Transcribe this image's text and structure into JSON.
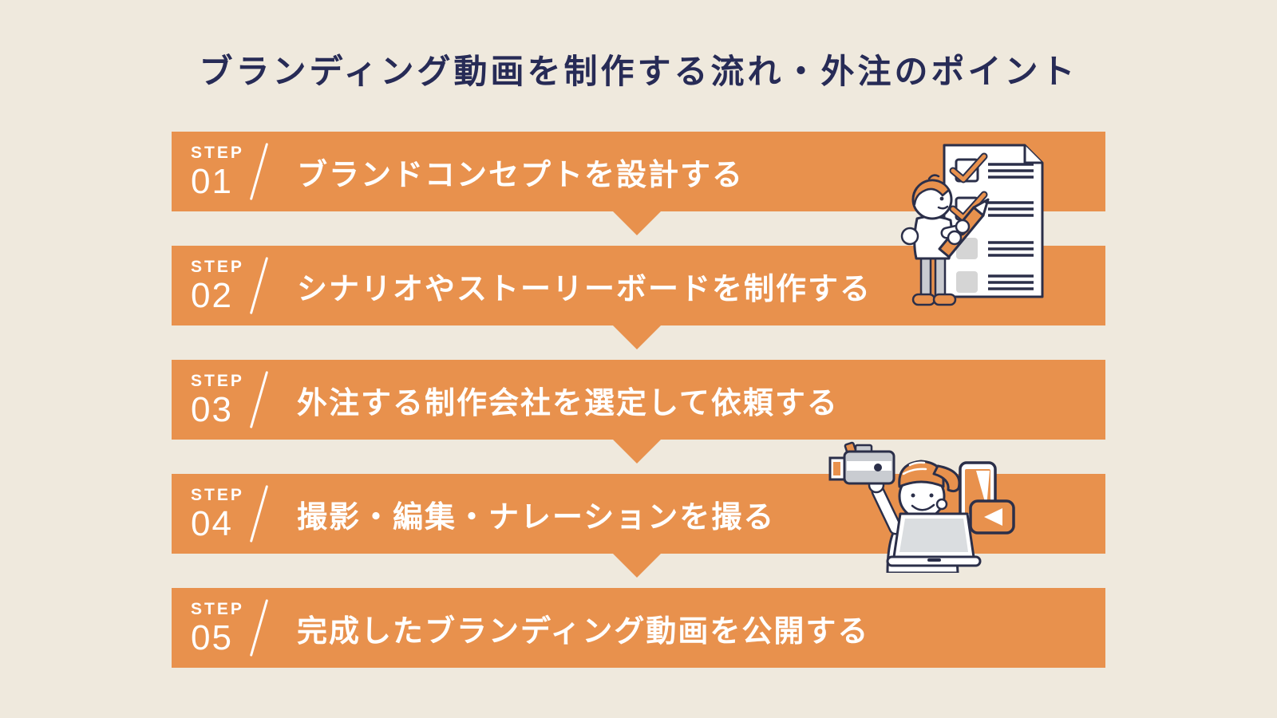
{
  "title": "ブランディング動画を制作する流れ・外注のポイント",
  "steps": [
    {
      "label": "STEP",
      "number": "01",
      "title": "ブランドコンセプトを設計する"
    },
    {
      "label": "STEP",
      "number": "02",
      "title": "シナリオやストーリーボードを制作する"
    },
    {
      "label": "STEP",
      "number": "03",
      "title": "外注する制作会社を選定して依頼する"
    },
    {
      "label": "STEP",
      "number": "04",
      "title": "撮影・編集・ナレーションを撮る"
    },
    {
      "label": "STEP",
      "number": "05",
      "title": "完成したブランディング動画を公開する"
    }
  ],
  "illustrations": [
    {
      "name": "checklist-illustration",
      "description": "person with orange hair holding a giant pencil, checking items on a checklist document with two checked boxes"
    },
    {
      "name": "videographer-illustration",
      "description": "person with orange cap holding a video camera behind a laptop, with smartphone and video play icon"
    }
  ],
  "colors": {
    "background": "#EFE9DD",
    "bar_orange": "#E8914D",
    "title_navy": "#272B56",
    "bar_text": "#FFFFFF",
    "outline_navy": "#2B2F49",
    "gray": "#C9CBD0",
    "light_gray": "#D5D5D5"
  }
}
